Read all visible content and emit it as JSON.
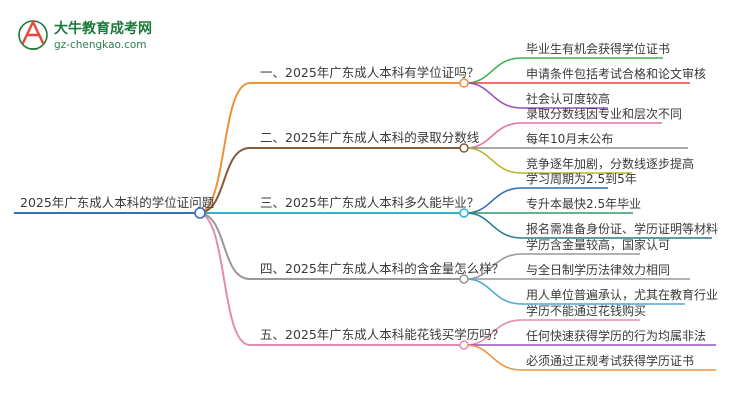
{
  "logo": {
    "title": "大牛教育成考网",
    "url": "gz-chengkao.com"
  },
  "root": {
    "label": "2025年广东成人本科的学位证问题"
  },
  "branches": [
    {
      "label": "一、2025年广东成人本科有学位证吗？",
      "color": "#f0913a",
      "leaves": [
        {
          "label": "毕业生有机会获得学位证书",
          "color": "#41b24b"
        },
        {
          "label": "申请条件包括考试合格和论文审核",
          "color": "#e8463a"
        },
        {
          "label": "社会认可度较高",
          "color": "#9a4fbf"
        }
      ]
    },
    {
      "label": "二、2025年广东成人本科的录取分数线",
      "color": "#8a5a3c",
      "leaves": [
        {
          "label": "录取分数线因专业和层次不同",
          "color": "#e96fa3"
        },
        {
          "label": "每年10月末公布",
          "color": "#8c8c8c"
        },
        {
          "label": "竞争逐年加剧，分数线逐步提高",
          "color": "#b5b52a"
        }
      ]
    },
    {
      "label": "三、2025年广东成人本科多久能毕业？",
      "color": "#2ab7c9",
      "leaves": [
        {
          "label": "学习周期为2.5到5年",
          "color": "#2f6fb3"
        },
        {
          "label": "专升本最快2.5年毕业",
          "color": "#2f9a6a"
        },
        {
          "label": "报名需准备身份证、学历证明等材料",
          "color": "#2a7a8a"
        }
      ]
    },
    {
      "label": "四、2025年广东成人本科的含金量怎么样？",
      "color": "#999999",
      "leaves": [
        {
          "label": "学历含金量较高，国家认可",
          "color": "#999999"
        },
        {
          "label": "与全日制学历法律效力相同",
          "color": "#999999"
        },
        {
          "label": "用人单位普遍承认，尤其在教育行业",
          "color": "#4aa8d8"
        }
      ]
    },
    {
      "label": "五、2025年广东成人本科能花钱买学历吗？",
      "color": "#e58ab0",
      "leaves": [
        {
          "label": "学历不能通过花钱购买",
          "color": "#e58ab0"
        },
        {
          "label": "任何快速获得学历的行为均属非法",
          "color": "#9a4fbf"
        },
        {
          "label": "必须通过正规考试获得学历证书",
          "color": "#f0913a"
        }
      ]
    }
  ],
  "colors": {
    "root_line": "#3a6fb8",
    "logo_green": "#1a7a3a"
  }
}
